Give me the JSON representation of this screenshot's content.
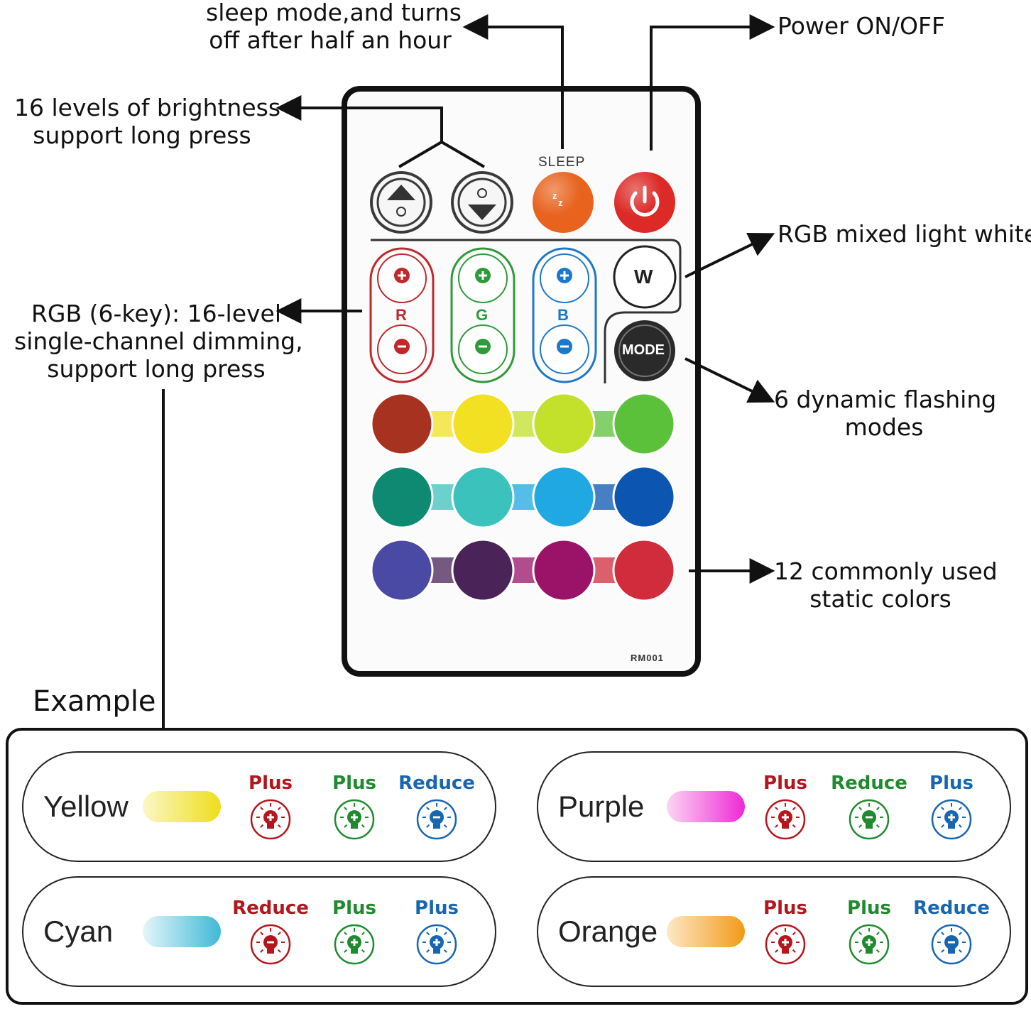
{
  "callouts": {
    "sleep": [
      "sleep mode,and turns",
      "off after half an hour"
    ],
    "power": "Power ON/OFF",
    "brightness": [
      "16 levels of brightness",
      "support long press"
    ],
    "white": "RGB mixed light white",
    "rgb": [
      "RGB (6-key): 16-level",
      "single-channel dimming,",
      "support long press"
    ],
    "flash": [
      "6 dynamic flashing",
      "modes"
    ],
    "static": [
      "12 commonly used",
      "static colors"
    ]
  },
  "remote": {
    "sleep_label": "SLEEP",
    "mode_label": "MODE",
    "white_label": "W",
    "channels": [
      {
        "letter": "R",
        "color": "#c0282c"
      },
      {
        "letter": "G",
        "color": "#2e9a3a"
      },
      {
        "letter": "B",
        "color": "#1d78c8"
      }
    ],
    "model": "RM001",
    "color_rows": [
      [
        "#a7321f",
        "#f2e022",
        "#c3e02a",
        "#5cc13a"
      ],
      [
        "#0f8a72",
        "#3cc2bc",
        "#1fa8e2",
        "#0c56b2"
      ],
      [
        "#4a49a4",
        "#4a2358",
        "#9a1368",
        "#d02c3c"
      ]
    ]
  },
  "example": {
    "title": "Example",
    "items": [
      {
        "name": "Yellow",
        "swatch": [
          "#fbf7c6",
          "#eede1a"
        ],
        "actions": [
          {
            "label": "Plus",
            "color": "#b3161c"
          },
          {
            "label": "Plus",
            "color": "#1f8a2e"
          },
          {
            "label": "Reduce",
            "color": "#1766b0"
          }
        ]
      },
      {
        "name": "Purple",
        "swatch": [
          "#fbd6f3",
          "#ee2ad6"
        ],
        "actions": [
          {
            "label": "Plus",
            "color": "#b3161c"
          },
          {
            "label": "Reduce",
            "color": "#1f8a2e"
          },
          {
            "label": "Plus",
            "color": "#1766b0"
          }
        ]
      },
      {
        "name": "Cyan",
        "swatch": [
          "#e4f6fb",
          "#3fb9d6"
        ],
        "actions": [
          {
            "label": "Reduce",
            "color": "#b3161c"
          },
          {
            "label": "Plus",
            "color": "#1f8a2e"
          },
          {
            "label": "Plus",
            "color": "#1766b0"
          }
        ]
      },
      {
        "name": "Orange",
        "swatch": [
          "#fde8c6",
          "#f29a18"
        ],
        "actions": [
          {
            "label": "Plus",
            "color": "#b3161c"
          },
          {
            "label": "Plus",
            "color": "#1f8a2e"
          },
          {
            "label": "Reduce",
            "color": "#1766b0"
          }
        ]
      }
    ]
  }
}
